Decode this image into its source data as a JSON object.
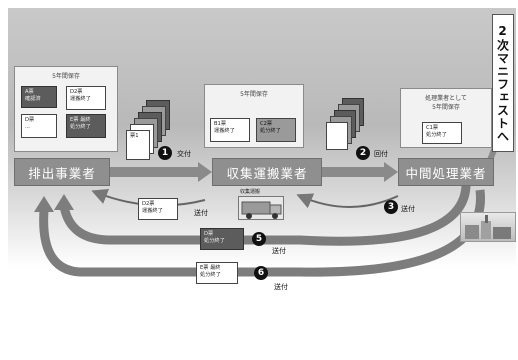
{
  "vertical_title": "2次マニフェストへ",
  "nodes": {
    "emitter": "排出事業者",
    "collector": "収集運搬業者",
    "processor": "中間処理業者"
  },
  "callouts": {
    "emitter_title": "5年間保存",
    "collector_title": "5年間保存",
    "processor_title": "処理業者として\n5年間保存"
  },
  "docs": {
    "a": "A票\n確認済",
    "d2": "D2票\n運搬終了",
    "d": "D票\n...",
    "e": "E票 最終\n処分終了",
    "b1": "B1票\n運搬終了",
    "c2": "C2票\n処分終了",
    "c1": "C1票\n処分終了",
    "stack_top": "票1",
    "d2_return": "D2票\n運搬終了",
    "d_return": "D票\n処分終了",
    "e_return": "E票 最終\n処分終了",
    "truck": "収集運搬"
  },
  "steps": {
    "s1": "1",
    "s2": "2",
    "s3": "3",
    "s5": "5",
    "s6": "6"
  },
  "labels": {
    "l1": "交付",
    "l2": "回付",
    "l3": "送付",
    "l4": "送付",
    "l5": "送付",
    "l6": "送付"
  }
}
